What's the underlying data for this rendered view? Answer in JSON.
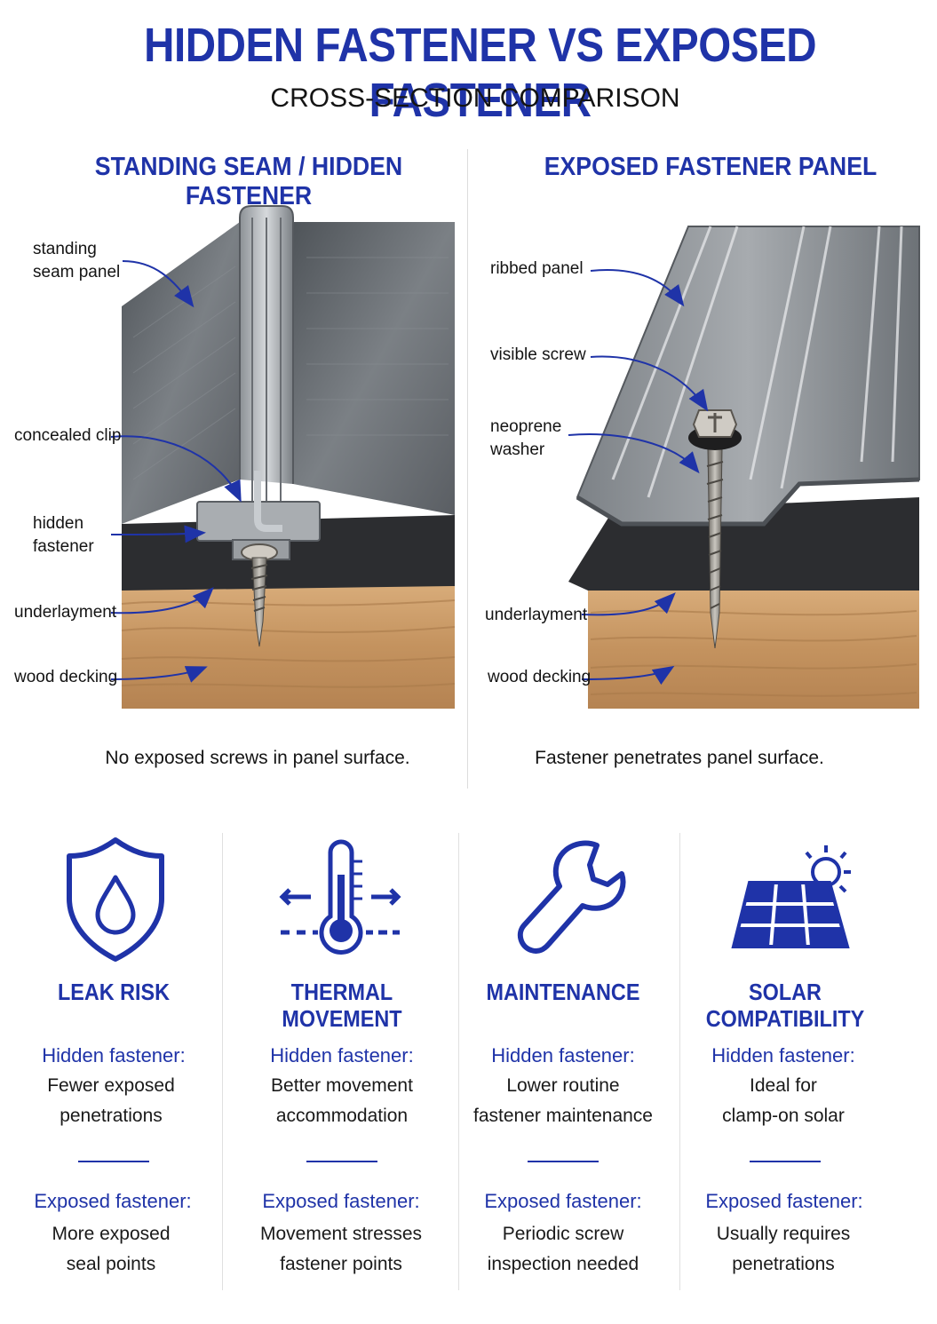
{
  "header": {
    "title": "HIDDEN FASTENER VS EXPOSED FASTENER",
    "subtitle": "CROSS-SECTION COMPARISON"
  },
  "left_panel": {
    "heading": "STANDING SEAM / HIDDEN FASTENER",
    "labels": {
      "panel": "standing\nseam panel",
      "clip": "concealed clip",
      "fastener": "hidden\nfastener",
      "underlayment": "underlayment",
      "decking": "wood decking"
    },
    "caption": "No exposed screws in panel surface."
  },
  "right_panel": {
    "heading": "EXPOSED FASTENER PANEL",
    "labels": {
      "panel": "ribbed panel",
      "screw": "visible screw",
      "washer": "neoprene\nwasher",
      "underlayment": "underlayment",
      "decking": "wood decking"
    },
    "caption": "Fastener penetrates panel surface."
  },
  "comparison": [
    {
      "icon": "shield-drop-icon",
      "title": "LEAK RISK",
      "hidden_label": "Hidden fastener:",
      "hidden_text": "Fewer exposed\npenetrations",
      "exposed_label": "Exposed fastener:",
      "exposed_text": "More exposed\nseal points"
    },
    {
      "icon": "thermometer-icon",
      "title": "THERMAL\nMOVEMENT",
      "hidden_label": "Hidden fastener:",
      "hidden_text": "Better movement\naccommodation",
      "exposed_label": "Exposed fastener:",
      "exposed_text": "Movement stresses\nfastener points"
    },
    {
      "icon": "wrench-icon",
      "title": "MAINTENANCE",
      "hidden_label": "Hidden fastener:",
      "hidden_text": "Lower routine\nfastener maintenance",
      "exposed_label": "Exposed fastener:",
      "exposed_text": "Periodic screw\ninspection needed"
    },
    {
      "icon": "solar-panel-icon",
      "title": "SOLAR\nCOMPATIBILITY",
      "hidden_label": "Hidden fastener:",
      "hidden_text": "Ideal for\nclamp-on solar",
      "exposed_label": "Exposed fastener:",
      "exposed_text": "Usually requires\npenetrations"
    }
  ],
  "colors": {
    "accent": "#1f33a8",
    "metal": "#6f7478",
    "underlayment": "#2c2d30",
    "wood": "#c89a68"
  }
}
